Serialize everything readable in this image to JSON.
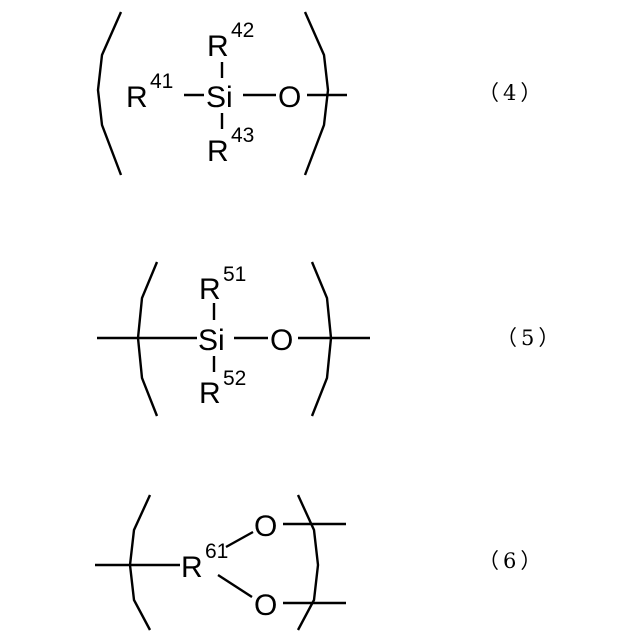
{
  "formula_4": {
    "equation_number": "（4）",
    "silicon": "Si",
    "oxygen": "O",
    "substituent_left": {
      "symbol": "R",
      "index": "41"
    },
    "substituent_top": {
      "symbol": "R",
      "index": "42"
    },
    "substituent_bottom": {
      "symbol": "R",
      "index": "43"
    }
  },
  "formula_5": {
    "equation_number": "（5）",
    "silicon": "Si",
    "oxygen": "O",
    "substituent_top": {
      "symbol": "R",
      "index": "51"
    },
    "substituent_bottom": {
      "symbol": "R",
      "index": "52"
    }
  },
  "formula_6": {
    "equation_number": "（6）",
    "core": {
      "symbol": "R",
      "index": "61"
    },
    "oxygen_top": "O",
    "oxygen_bottom": "O"
  }
}
